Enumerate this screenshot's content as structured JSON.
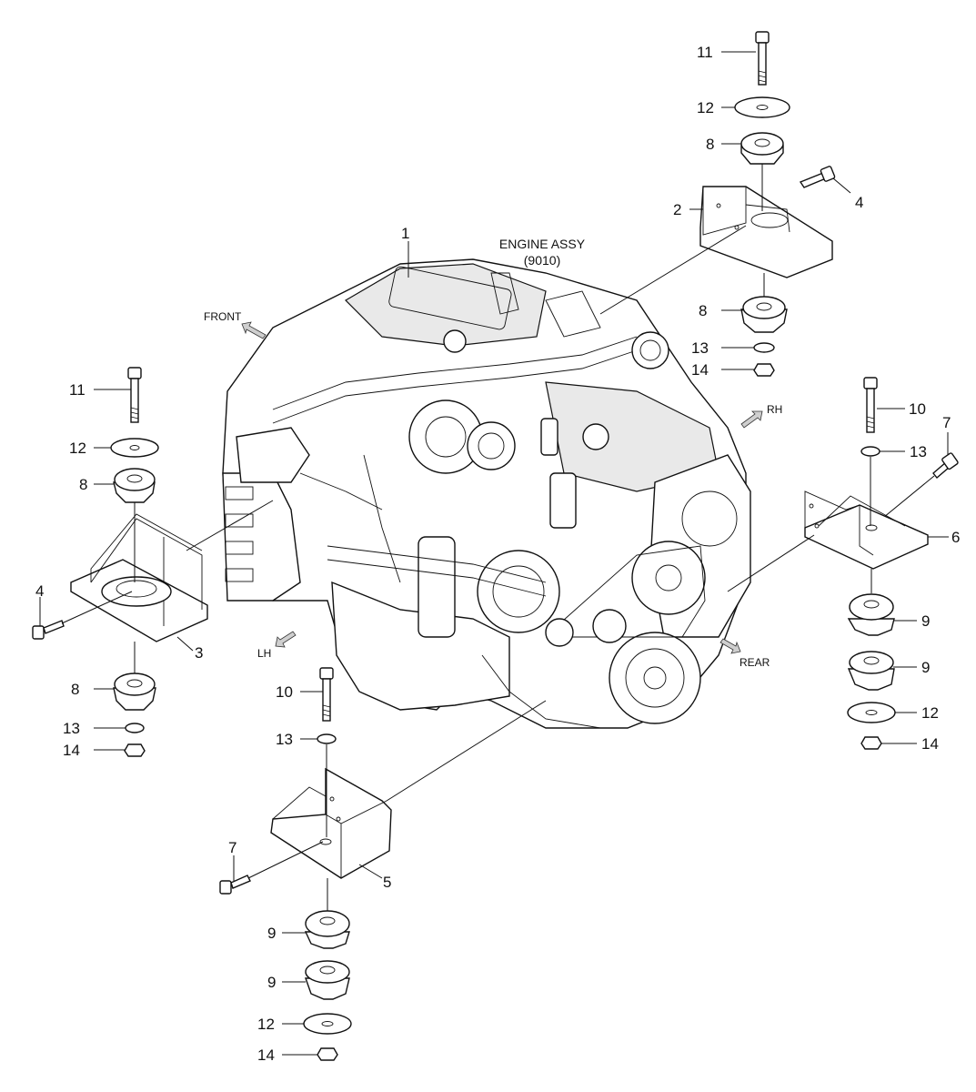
{
  "title": {
    "line1": "ENGINE ASSY",
    "line2": "(9010)"
  },
  "directions": {
    "front": "FRONT",
    "rh": "RH",
    "lh": "LH",
    "rear": "REAR"
  },
  "callouts": {
    "c1": "1",
    "c2": "2",
    "c3": "3",
    "c4a": "4",
    "c4b": "4",
    "c5": "5",
    "c6": "6",
    "c7a": "7",
    "c7b": "7",
    "c8a": "8",
    "c8b": "8",
    "c8c": "8",
    "c8d": "8",
    "c9a": "9",
    "c9b": "9",
    "c9c": "9",
    "c9d": "9",
    "c10a": "10",
    "c10b": "10",
    "c11a": "11",
    "c11b": "11",
    "c12a": "12",
    "c12b": "12",
    "c12c": "12",
    "c12d": "12",
    "c13a": "13",
    "c13b": "13",
    "c13c": "13",
    "c13d": "13",
    "c14a": "14",
    "c14b": "14",
    "c14c": "14",
    "c14d": "14"
  }
}
